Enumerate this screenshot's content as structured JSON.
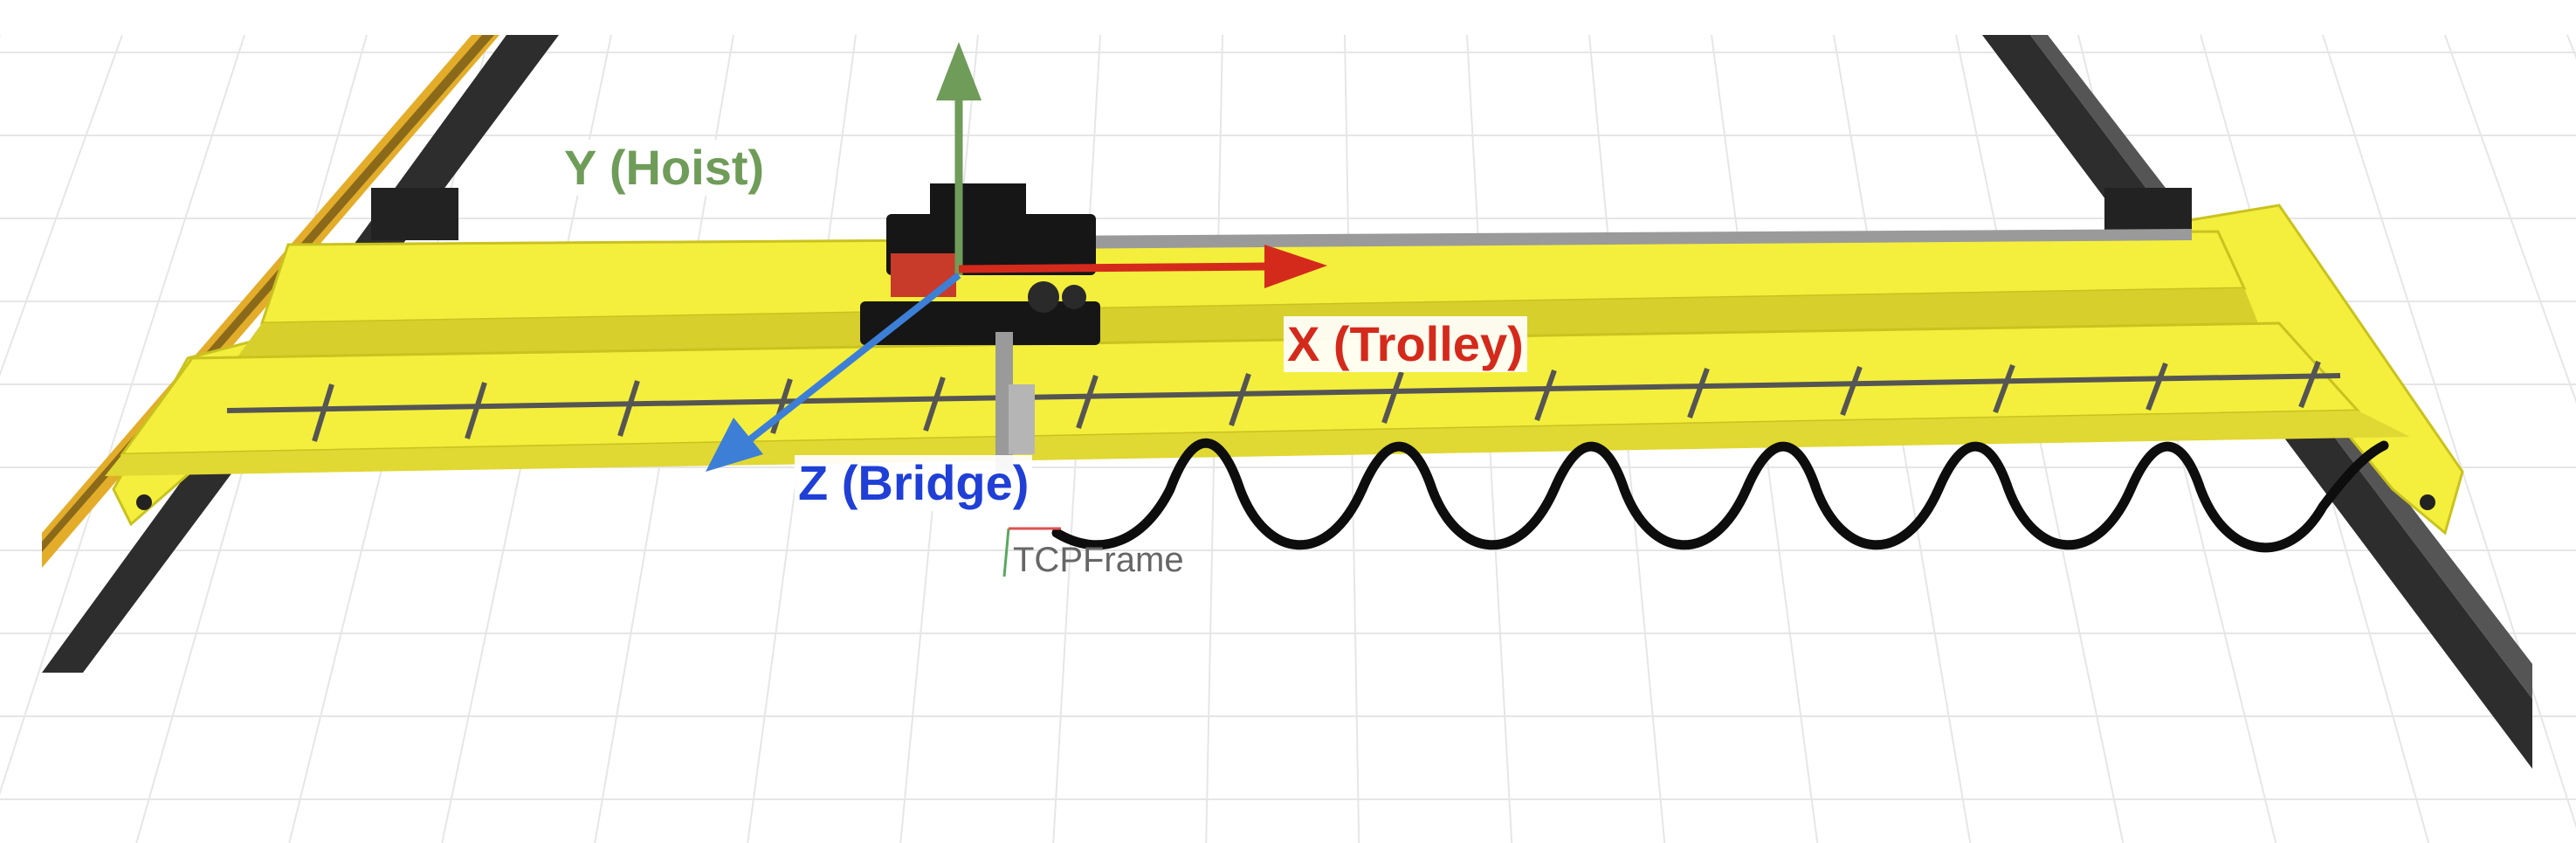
{
  "labels": {
    "hoist": "Y (Hoist)",
    "trolley": "X (Trolley)",
    "bridge": "Z (Bridge)",
    "tcp_frame": "TCPFrame"
  },
  "colors": {
    "hoist": "#6f9c59",
    "trolley": "#d42a1c",
    "bridge": "#1f3fd6",
    "bridge_arrow": "#3d7fd6",
    "girder": "#f4ef3c",
    "girder_shadow": "#c9c21f",
    "rail": "#2d2d2d",
    "trolley_body": "#161616",
    "cable": "#0d0d0d",
    "grid": "#e6e6e6"
  },
  "icons": [
    "crane-trolley-icon",
    "festoon-cable-icon"
  ]
}
